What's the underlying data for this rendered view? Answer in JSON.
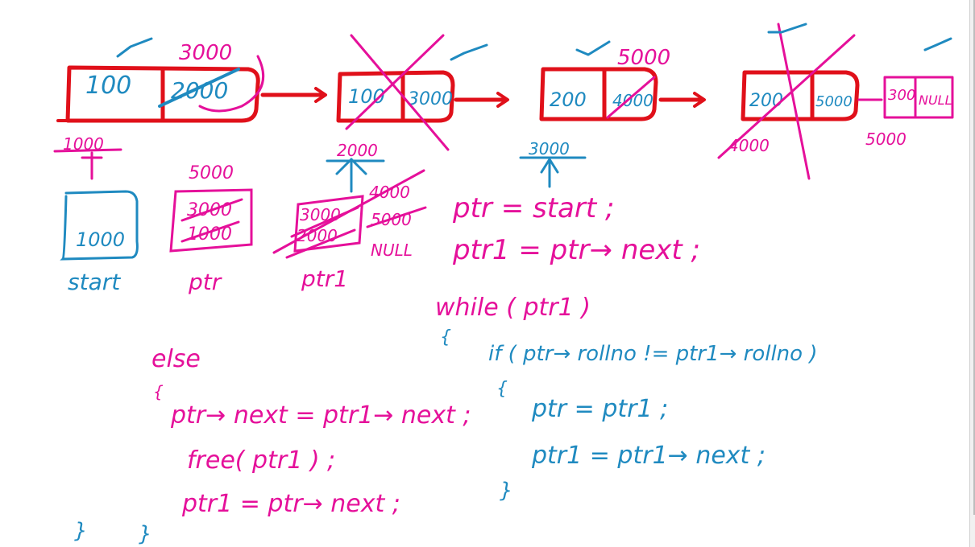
{
  "colors": {
    "red": "#e0101a",
    "blue": "#1f8ac0",
    "magenta": "#e5109a"
  },
  "nodes": [
    {
      "data": "100",
      "next": "2000",
      "address_above": "3000",
      "address_below": "1000",
      "marked_ok": true,
      "deleted": false
    },
    {
      "data": "100",
      "next": "3000",
      "address_above": "",
      "address_below": "2000",
      "marked_ok": true,
      "deleted": true
    },
    {
      "data": "200",
      "next": "4000",
      "address_above": "5000",
      "address_below": "3000",
      "marked_ok": true,
      "deleted": false
    },
    {
      "data": "200",
      "next": "5000",
      "address_above": "",
      "address_below": "4000",
      "marked_ok": false,
      "deleted": true
    },
    {
      "data": "300",
      "next": "NULL",
      "address_above": "",
      "address_below": "5000",
      "marked_ok": true,
      "deleted": false
    }
  ],
  "variables": {
    "start": {
      "label": "start",
      "value": "1000"
    },
    "ptr": {
      "label": "ptr",
      "values": [
        "3000",
        "1000"
      ],
      "above": "5000"
    },
    "ptr1": {
      "label": "ptr1",
      "values": [
        "3000",
        "2000"
      ],
      "side_values": [
        "4000",
        "5000",
        "NULL"
      ]
    }
  },
  "code_right": {
    "line1": "ptr = start ;",
    "line2": "ptr1 = ptr→ next ;",
    "line3": "while ( ptr1 )",
    "line4": "{",
    "line5": "if  ( ptr→ rollno != ptr1→ rollno )",
    "line6": "{",
    "line7": "ptr = ptr1 ;",
    "line8": "ptr1 = ptr1→ next ;",
    "line9": "}"
  },
  "code_left": {
    "line1": "else",
    "line2": "{",
    "line3": "ptr→ next = ptr1→ next ;",
    "line4": "free( ptr1 ) ;",
    "line5": "ptr1 = ptr→ next ;",
    "line6": "}",
    "line7": "}"
  }
}
